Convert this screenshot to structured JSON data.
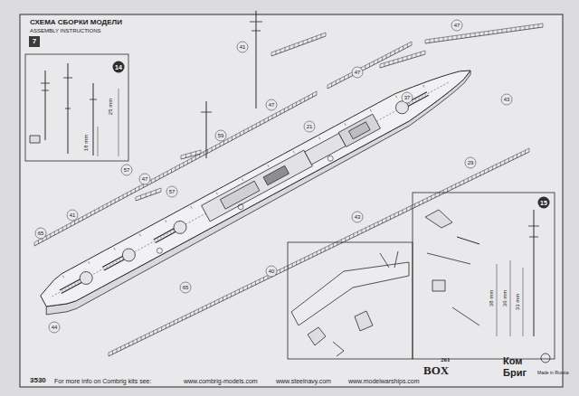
{
  "diagram": {
    "title": "СХЕМА СБОРКИ МОДЕЛИ",
    "nodes": [
      {
        "text": [
          "7"
        ]
      },
      {
        "text": [
          "14"
        ]
      },
      {
        "text": [
          "15"
        ]
      }
    ],
    "labels": [
      "ASSEMBLY INSTRUCTIONS",
      "18 mm",
      "25 mm",
      "38 mm",
      "36 mm",
      "33 mm",
      "261",
      "BOX",
      "3530",
      "For more info on Combrig kits see:",
      "www.combrig-models.com",
      "www.steelnavy.com",
      "www.modelwarships.com",
      "Ком",
      "Бриг",
      "Made in Russia",
      "47",
      "47",
      "47",
      "47",
      "41",
      "41",
      "65",
      "65",
      "57",
      "57",
      "59",
      "21",
      "37",
      "43",
      "43",
      "44",
      "40",
      "29"
    ]
  }
}
